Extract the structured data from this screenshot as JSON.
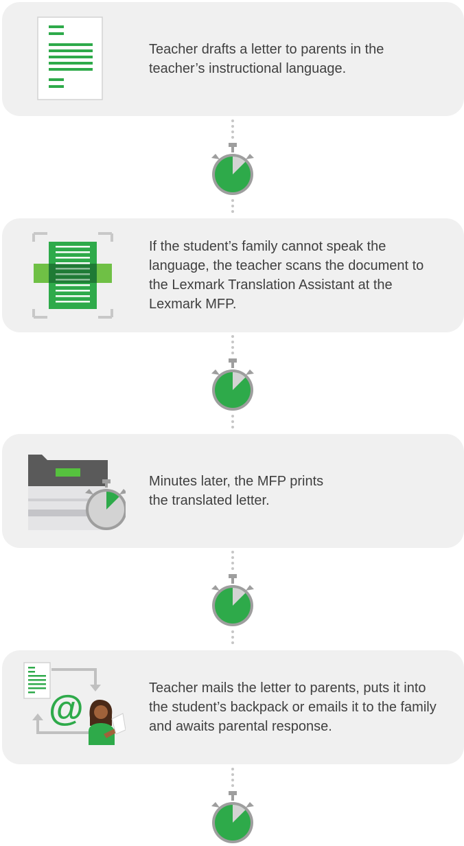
{
  "steps": [
    {
      "text": "Teacher drafts a letter to parents in the teacher’s instructional language.",
      "icon": "document-icon"
    },
    {
      "text": "If the student’s family cannot speak the language, the teacher scans the document to the Lexmark Translation Assistant at the Lexmark MFP.",
      "icon": "scan-document-icon"
    },
    {
      "text": "Minutes later, the MFP prints the translated letter.",
      "icon": "printer-timer-icon"
    },
    {
      "text": "Teacher mails the letter to parents, puts it into the student’s backpack or emails it to the family and awaits parental response.",
      "icon": "email-exchange-icon"
    }
  ],
  "connector_icon": "stopwatch-icon",
  "colors": {
    "card_bg": "#f0f0f0",
    "green": "#2eaa4a",
    "gray": "#b8b8b8",
    "text": "#3f3f3f"
  }
}
